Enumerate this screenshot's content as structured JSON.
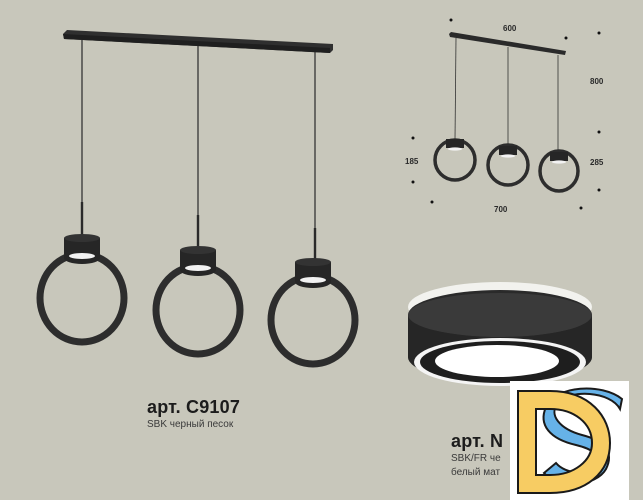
{
  "product_main": {
    "article": "арт. C9107",
    "finish": "SBK черный песок"
  },
  "product_secondary": {
    "article": "арт. N",
    "finish_line1": "SBK/FR че",
    "finish_line2": "белый мат"
  },
  "dimensions": {
    "top_width": "600",
    "height": "800",
    "left_height": "185",
    "right_height": "285",
    "bottom_width": "700"
  },
  "colors": {
    "background": "#c8c7bb",
    "lamp": "#2b2b2b",
    "logo_yellow": "#f7cc63",
    "logo_blue": "#66b2e8"
  },
  "watermark": {
    "label": "DS"
  }
}
